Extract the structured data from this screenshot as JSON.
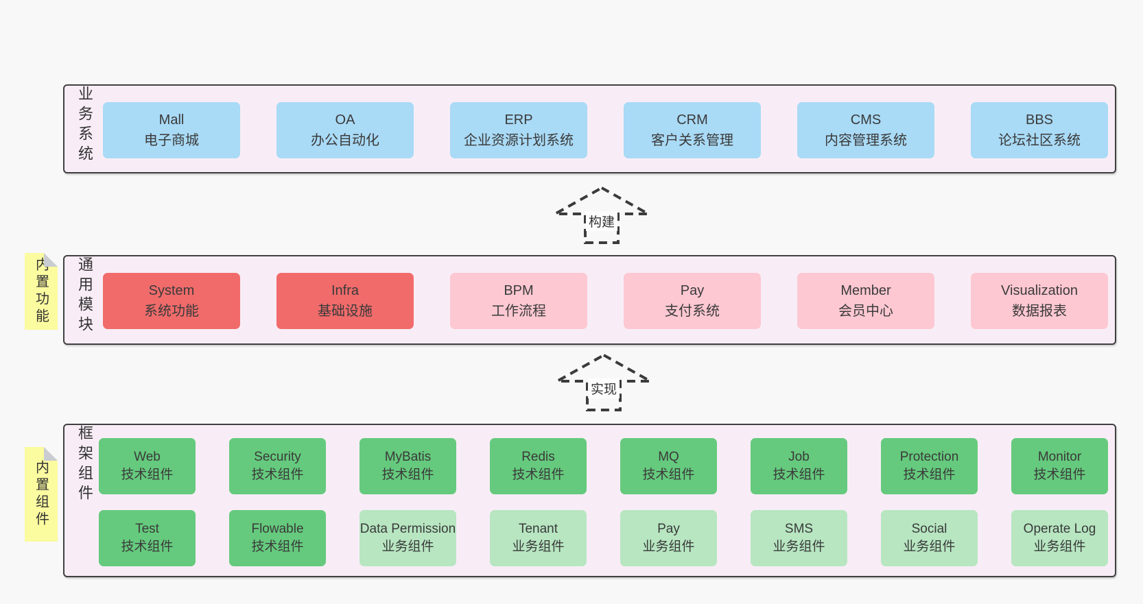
{
  "colors": {
    "page-bg": "#f8f8f8",
    "band-bg": "#f8edf6",
    "band-border": "#404040",
    "box-blue": "#a9daf6",
    "box-red": "#f16b6b",
    "box-pink": "#fdc8d2",
    "box-green": "#65ca7d",
    "box-green-light": "#b7e6c1",
    "note-yellow": "#fbfba0",
    "note-fold": "#c9ccd1",
    "text": "#333333",
    "arrow": "#3b3b3b"
  },
  "arrows": {
    "build": {
      "label": "构建"
    },
    "implement": {
      "label": "实现"
    }
  },
  "bands": {
    "business": {
      "label": "业务系统",
      "boxes": [
        {
          "name": "Mall",
          "desc": "电子商城"
        },
        {
          "name": "OA",
          "desc": "办公自动化"
        },
        {
          "name": "ERP",
          "desc": "企业资源计划系统"
        },
        {
          "name": "CRM",
          "desc": "客户关系管理"
        },
        {
          "name": "CMS",
          "desc": "内容管理系统"
        },
        {
          "name": "BBS",
          "desc": "论坛社区系统"
        }
      ]
    },
    "modules": {
      "label": "通用模块",
      "note": "内置功能",
      "boxes": [
        {
          "name": "System",
          "desc": "系统功能",
          "color": "red"
        },
        {
          "name": "Infra",
          "desc": "基础设施",
          "color": "red"
        },
        {
          "name": "BPM",
          "desc": "工作流程",
          "color": "pink"
        },
        {
          "name": "Pay",
          "desc": "支付系统",
          "color": "pink"
        },
        {
          "name": "Member",
          "desc": "会员中心",
          "color": "pink"
        },
        {
          "name": "Visualization",
          "desc": "数据报表",
          "color": "pink"
        }
      ]
    },
    "components": {
      "label": "框架组件",
      "note": "内置组件",
      "rows": [
        [
          {
            "name": "Web",
            "desc": "技术组件",
            "color": "green"
          },
          {
            "name": "Security",
            "desc": "技术组件",
            "color": "green"
          },
          {
            "name": "MyBatis",
            "desc": "技术组件",
            "color": "green"
          },
          {
            "name": "Redis",
            "desc": "技术组件",
            "color": "green"
          },
          {
            "name": "MQ",
            "desc": "技术组件",
            "color": "green"
          },
          {
            "name": "Job",
            "desc": "技术组件",
            "color": "green"
          },
          {
            "name": "Protection",
            "desc": "技术组件",
            "color": "green"
          },
          {
            "name": "Monitor",
            "desc": "技术组件",
            "color": "green"
          }
        ],
        [
          {
            "name": "Test",
            "desc": "技术组件",
            "color": "green"
          },
          {
            "name": "Flowable",
            "desc": "技术组件",
            "color": "green"
          },
          {
            "name": "Data Permission",
            "desc": "业务组件",
            "color": "green-light"
          },
          {
            "name": "Tenant",
            "desc": "业务组件",
            "color": "green-light"
          },
          {
            "name": "Pay",
            "desc": "业务组件",
            "color": "green-light"
          },
          {
            "name": "SMS",
            "desc": "业务组件",
            "color": "green-light"
          },
          {
            "name": "Social",
            "desc": "业务组件",
            "color": "green-light"
          },
          {
            "name": "Operate Log",
            "desc": "业务组件",
            "color": "green-light"
          }
        ]
      ]
    }
  }
}
